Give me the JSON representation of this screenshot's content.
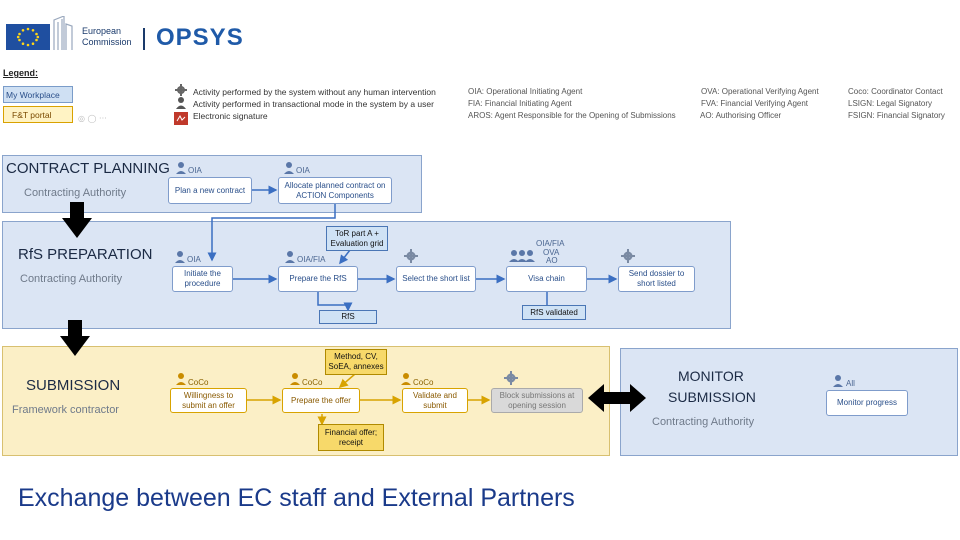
{
  "header": {
    "ec_line1": "European",
    "ec_line2": "Commission",
    "app_name": "OPSYS"
  },
  "legend": {
    "title": "Legend:",
    "workplace_label": "My Workplace",
    "portal_label": "F&T portal",
    "row_system": "Activity performed by the system without any human intervention",
    "row_user": "Activity performed in transactional mode in the system by a user",
    "row_esign": "Electronic signature",
    "col1": [
      "OIA: Operational Initiating Agent",
      "FIA: Financial Initiating Agent",
      "AROS: Agent Responsible for the Opening of Submissions"
    ],
    "col2": [
      "OVA: Operational Verifying Agent",
      "FVA: Financial Verifying Agent",
      "AO: Authorising Officer"
    ],
    "col3": [
      "Coco: Coordinator Contact",
      "LSIGN: Legal Signatory",
      "FSIGN: Financial Signatory"
    ]
  },
  "lanes": {
    "planning": {
      "title": "CONTRACT PLANNING",
      "sub": "Contracting Authority"
    },
    "rfs": {
      "title": "RfS PREPARATION",
      "sub": "Contracting Authority"
    },
    "submission": {
      "title": "SUBMISSION",
      "sub": "Framework contractor"
    },
    "monitor": {
      "title1": "MONITOR",
      "title2": "SUBMISSION",
      "sub": "Contracting Authority"
    }
  },
  "actors": {
    "oia1": "OIA",
    "oia2": "OIA",
    "oia3": "OIA",
    "oiafia1": "OIA/FIA",
    "visa_top": "OIA/FIA",
    "visa_ova": "OVA",
    "visa_ao": "AO",
    "coco1": "CoCo",
    "coco2": "CoCo",
    "coco3": "CoCo",
    "all": "All"
  },
  "boxes": {
    "plan_new": "Plan a new contract",
    "allocate": "Allocate planned contract on ACTION Components",
    "initiate": "Initiate the procedure",
    "prepare_rfs": "Prepare the RfS",
    "select_short": "Select the short list",
    "visa_chain": "Visa chain",
    "send_dossier": "Send dossier to short listed",
    "willingness": "Willingness to submit an offer",
    "prepare_offer": "Prepare the offer",
    "validate_submit": "Validate and submit",
    "block_submissions": "Block submissions at opening session",
    "monitor_progress": "Monitor progress"
  },
  "docs": {
    "tor": "ToR part A + Evaluation grid",
    "rfs": "RfS",
    "rfs_validated": "RfS validated",
    "method": "Method, CV, SoEA, annexes",
    "financial_offer": "Financial offer; receipt"
  },
  "footer": {
    "title": "Exchange between EC staff and External Partners"
  },
  "colors": {
    "accent_blue": "#1f5aa8",
    "lane_blue": "#dbe5f4",
    "lane_yellow": "#fbefc6",
    "arrow_blue": "#3b6fc2",
    "arrow_yellow": "#d8a300"
  }
}
